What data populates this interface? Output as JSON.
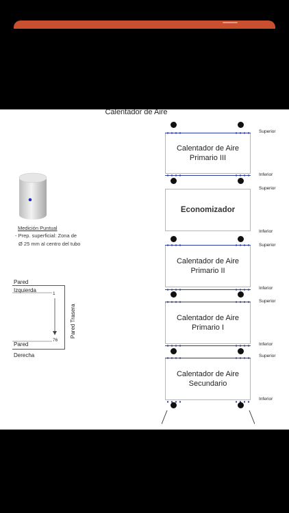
{
  "chrome": {
    "accent_color": "#c8502e"
  },
  "diagram": {
    "title": "Calentador de Aire",
    "sections": [
      {
        "name": "Calentador de Aire\nPrimario III",
        "top_label": "Superior",
        "bottom_label": "Inferior"
      },
      {
        "name": "Economizador",
        "top_label": "Superior",
        "bottom_label": "Inferior"
      },
      {
        "name": "Calentador de Aire\nPrimario II",
        "top_label": "Superior",
        "bottom_label": "Inferior"
      },
      {
        "name": "Calentador de Aire\nPrimario I",
        "top_label": "Superior",
        "bottom_label": "Inferior"
      },
      {
        "name": "Calentador de Aire\nSecundario",
        "top_label": "Superior",
        "bottom_label": "Inferior"
      }
    ]
  },
  "legend": {
    "title": "Medición Puntual",
    "line1": "- Prep. superficial: Zona de",
    "line2": "Ø 25 mm al centro del tubo"
  },
  "orientation": {
    "wall_top": "Pared",
    "left": "Izquierda",
    "wall_bottom": "Pared",
    "right": "Derecha",
    "rear": "Pared Trasera",
    "start": "1",
    "end": "76"
  }
}
